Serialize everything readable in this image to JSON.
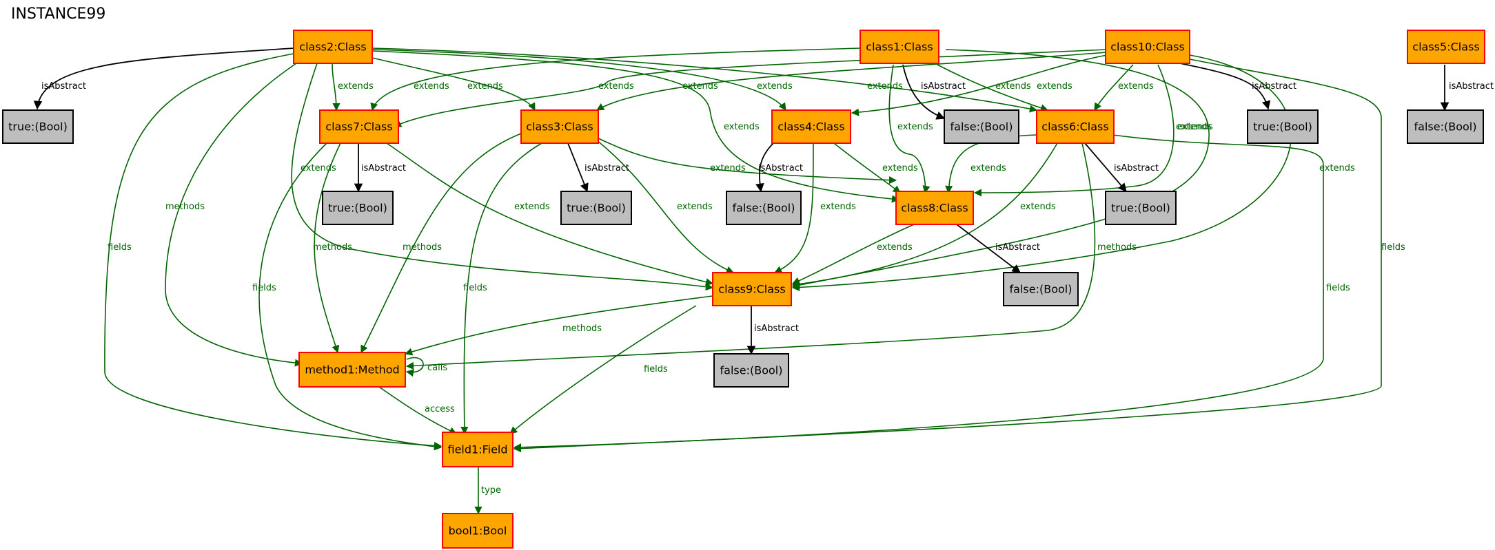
{
  "diagram": {
    "title": "INSTANCE99",
    "nodes": {
      "class2": "class2:Class",
      "class1": "class1:Class",
      "class10": "class10:Class",
      "class5": "class5:Class",
      "class7": "class7:Class",
      "class3": "class3:Class",
      "class4": "class4:Class",
      "class6": "class6:Class",
      "class8": "class8:Class",
      "class9": "class9:Class",
      "method1": "method1:Method",
      "field1": "field1:Field",
      "bool1": "bool1:Bool",
      "b_c2": "true:(Bool)",
      "b_c1": "false:(Bool)",
      "b_c10": "true:(Bool)",
      "b_c5": "false:(Bool)",
      "b_c7": "true:(Bool)",
      "b_c3": "true:(Bool)",
      "b_c4": "false:(Bool)",
      "b_c6": "true:(Bool)",
      "b_c8": "false:(Bool)",
      "b_c9": "false:(Bool)"
    },
    "edge_labels": {
      "extends": "extends",
      "isAbstract": "isAbstract",
      "methods": "methods",
      "fields": "fields",
      "calls": "calls",
      "access": "access",
      "type": "type"
    },
    "colors": {
      "class_fill": "#ffa500",
      "class_border": "#ff0000",
      "bool_fill": "#bebebe",
      "edge_green": "#006400",
      "edge_black": "#000000"
    }
  }
}
